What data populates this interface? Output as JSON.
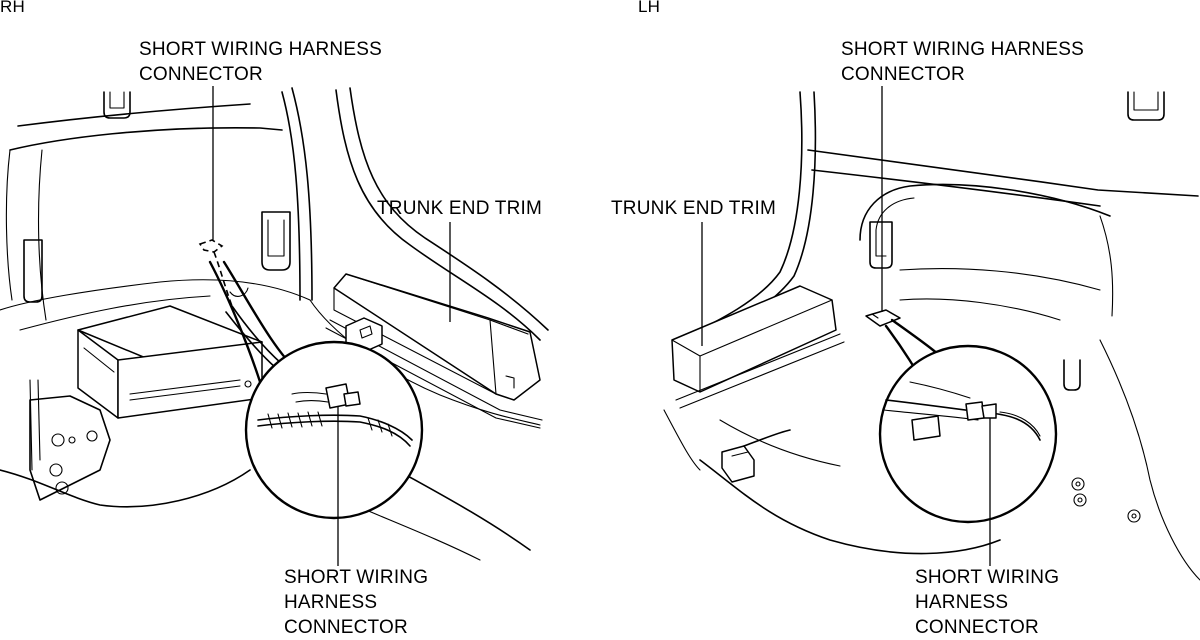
{
  "panels": {
    "rh": {
      "tag": "RH",
      "top_connector_label": [
        "SHORT WIRING HARNESS",
        "CONNECTOR"
      ],
      "trim_label": "TRUNK END TRIM",
      "bottom_connector_label": [
        "SHORT WIRING",
        "HARNESS",
        "CONNECTOR"
      ]
    },
    "lh": {
      "tag": "LH",
      "top_connector_label": [
        "SHORT WIRING HARNESS",
        "CONNECTOR"
      ],
      "trim_label": "TRUNK END TRIM",
      "bottom_connector_label": [
        "SHORT WIRING",
        "HARNESS",
        "CONNECTOR"
      ]
    }
  },
  "style": {
    "line_color": "#000000",
    "background": "#ffffff"
  }
}
